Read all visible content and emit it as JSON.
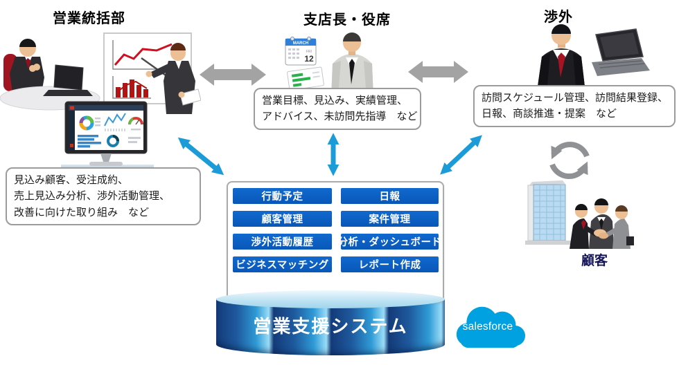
{
  "sections": {
    "sales_hq": {
      "title": "営業統括部"
    },
    "branch_manager": {
      "title": "支店長・役席"
    },
    "field_sales": {
      "title": "渉外"
    },
    "customer": {
      "label": "顧客"
    }
  },
  "callouts": {
    "sales_hq": {
      "lines": [
        "見込み顧客、受注成約、",
        "売上見込み分析、渉外活動管理、",
        "改善に向けた取り組み　など"
      ]
    },
    "branch_manager": {
      "lines": [
        "営業目標、見込み、実績管理、",
        "アドバイス、未訪問先指導　など"
      ]
    },
    "field_sales": {
      "lines": [
        "訪問スケジュール管理、訪問結果登録、",
        "日報、商談推進・提案　など"
      ]
    }
  },
  "system_panel": {
    "features": [
      "行動予定",
      "日報",
      "顧客管理",
      "案件管理",
      "渉外活動履歴",
      "分析・ダッシュボード",
      "ビジネスマッチング",
      "レポート作成"
    ]
  },
  "platform": {
    "name": "営業支援システム",
    "vendor": "salesforce"
  },
  "calendar": {
    "month": "MARCH",
    "day": "12",
    "weekday": "FRI"
  },
  "colors": {
    "feature_button_blue": "#0a60c5",
    "connector_blue": "#1b9cd8",
    "connector_gray": "#a3a3a3",
    "salesforce_blue": "#00A1E0",
    "cylinder_dark_blue": "#143a78",
    "cylinder_light_blue": "#9adcf6",
    "customer_label_navy": "#141457"
  }
}
